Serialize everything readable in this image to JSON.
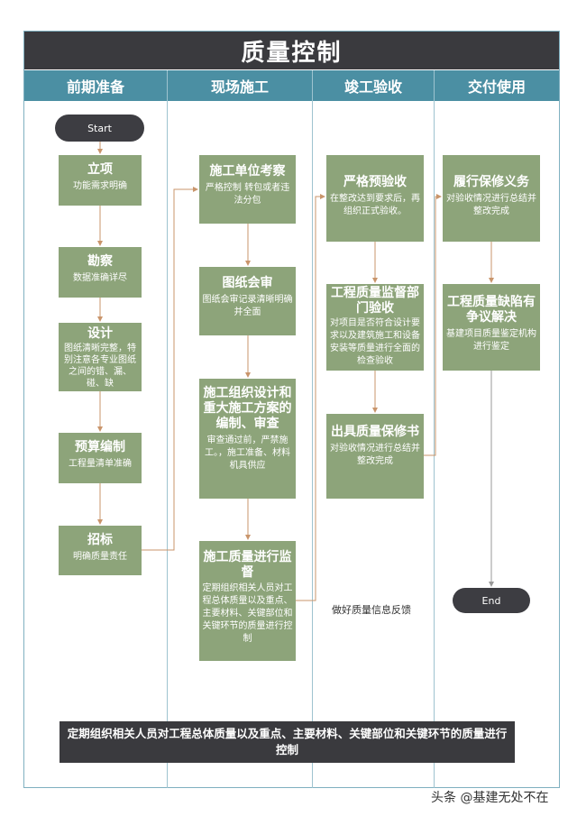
{
  "title": "质量控制",
  "columns": [
    "前期准备",
    "现场施工",
    "竣工验收",
    "交付使用"
  ],
  "start": "Start",
  "end": "End",
  "col1": [
    {
      "title": "立项",
      "desc": "功能需求明确"
    },
    {
      "title": "勘察",
      "desc": "数据准确详尽"
    },
    {
      "title": "设计",
      "desc": "图纸清晰完整，特别注意各专业图纸之间的错、漏、碰、缺"
    },
    {
      "title": "预算编制",
      "desc": "工程量清单准确"
    },
    {
      "title": "招标",
      "desc": "明确质量责任"
    }
  ],
  "col2": [
    {
      "title": "施工单位考察",
      "desc": "严格控制 转包或者违法分包"
    },
    {
      "title": "图纸会审",
      "desc": "图纸会审记录清晰明确并全面"
    },
    {
      "title": "施工组织设计和重大施工方案的编制、审查",
      "desc": "审查通过前，严禁施工。，施工准备、材料机具供应"
    },
    {
      "title": "施工质量进行监督",
      "desc": "定期组织相关人员对工程总体质量以及重点、主要材料、关键部位和关键环节的质量进行控制"
    }
  ],
  "col3": [
    {
      "title": "严格预验收",
      "desc": "在整改达到要求后，再组织正式验收。"
    },
    {
      "title": "工程质量监督部门验收",
      "desc": "对项目是否符合设计要求以及建筑施工和设备安装等质量进行全面的检查验收"
    },
    {
      "title": "出具质量保修书",
      "desc": "对验收情况进行总结并整改完成"
    }
  ],
  "col4": [
    {
      "title": "履行保修义务",
      "desc": "对验收情况进行总结并整改完成"
    },
    {
      "title": "工程质量缺陷有争议解决",
      "desc": "基建项目质量鉴定机构进行鉴定"
    }
  ],
  "feedback_note": "做好质量信息反馈",
  "bottom_banner": "定期组织相关人员对工程总体质量以及重点、主要材料、关键部位和关键环节的质量进行控制",
  "watermark": "头条 @基建无处不在",
  "colors": {
    "header": "#4b8fa3",
    "title_bar": "#3a3a3e",
    "box": "#8da47a",
    "connector": "#c9956b"
  }
}
